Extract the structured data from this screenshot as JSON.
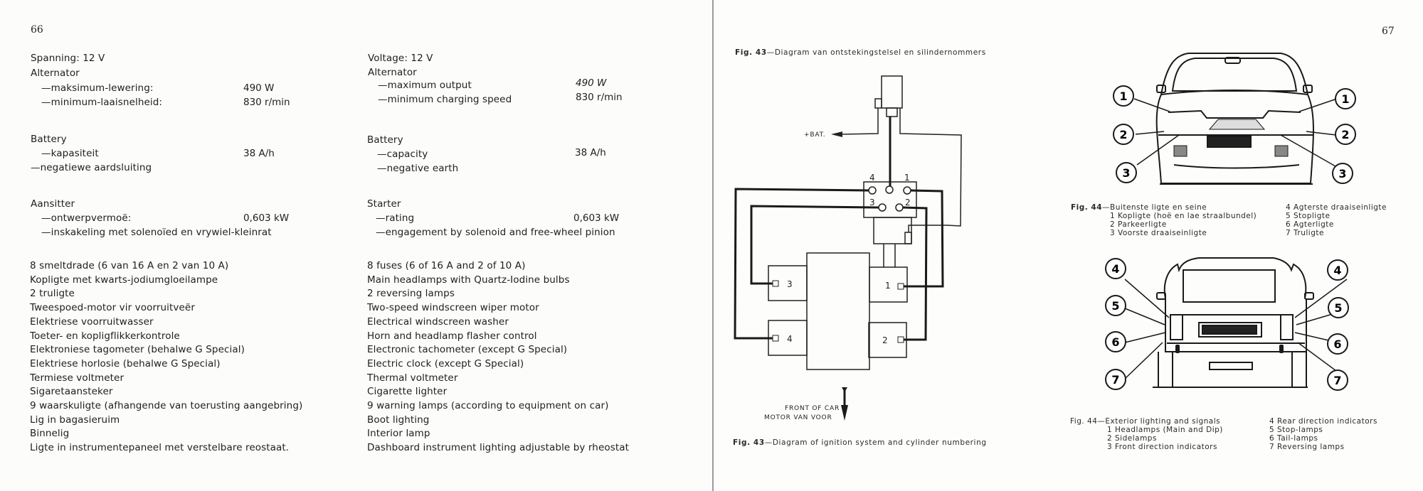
{
  "left_page": {
    "page_number": "66",
    "afrikaans": {
      "voltage": "Spanning: 12 V",
      "alternator_heading": "Alternator",
      "alt_max_label": "—maksimum-lewering:",
      "alt_max_value": "490 W",
      "alt_min_label": "—minimum-laaisnelheid:",
      "alt_min_value": "830 r/min",
      "battery_heading": "Battery",
      "bat_cap_label": "—kapasiteit",
      "bat_cap_value": "38 A/h",
      "bat_earth": "—negatiewe aardsluiting",
      "starter_heading": "Aansitter",
      "st_rating_label": "—ontwerpvermoë:",
      "st_rating_value": "0,603 kW",
      "st_engagement": "—inskakeling met solenoïed en vrywiel-kleinrat",
      "equipment": [
        "8 smeltdrade (6 van 16 A en 2 van 10 A)",
        "Kopligte met kwarts-jodiumgloeilampe",
        "2 truligte",
        "Tweespoed-motor vir voorruitveër",
        "Elektriese voorruitwasser",
        "Toeter- en kopligflikkerkontrole",
        "Elektroniese tagometer (behalwe G Special)",
        "Elektriese horlosie (behalwe G Special)",
        "Termiese voltmeter",
        "Sigaretaansteker",
        "9 waarskuligte (afhangende van toerusting aangebring)",
        "Lig in bagasieruim",
        "Binnelig",
        "Ligte in instrumentepaneel met verstelbare reostaat."
      ]
    },
    "english": {
      "voltage": "Voltage: 12 V",
      "alternator_heading": "Alternator",
      "alt_max_label": "—maximum output",
      "alt_max_value": "490 W",
      "alt_min_label": "—minimum charging speed",
      "alt_min_value": "830 r/min",
      "battery_heading": "Battery",
      "bat_cap_label": "—capacity",
      "bat_cap_value": "38 A/h",
      "bat_earth": "—negative earth",
      "starter_heading": "Starter",
      "st_rating_label": "—rating",
      "st_rating_value": "0,603 kW",
      "st_engagement": "—engagement by solenoid and free-wheel pinion",
      "equipment": [
        "8 fuses (6 of 16 A and 2 of 10 A)",
        "Main headlamps with Quartz-Iodine bulbs",
        "2 reversing lamps",
        "Two-speed windscreen wiper motor",
        "Electrical windscreen washer",
        "Horn and headlamp flasher control",
        "Electronic tachometer (except G Special)",
        "Electric clock (except G Special)",
        "Thermal voltmeter",
        "Cigarette lighter",
        "9 warning lamps (according to equipment on car)",
        "Boot lighting",
        "Interior lamp",
        "Dashboard instrument lighting adjustable by rheostat"
      ]
    }
  },
  "right_page": {
    "page_number": "67",
    "fig43": {
      "number": "Fig. 43",
      "caption_af": "—Diagram van ontstekingstelsel en silindernommers",
      "caption_en": "—Diagram of ignition system and cylinder numbering",
      "bat_label": "+BAT.",
      "front_en": "FRONT OF CAR",
      "front_af": "MOTOR VAN VOOR",
      "distributor_numbers": [
        "4",
        "1",
        "3",
        "2"
      ],
      "cylinder_numbers": [
        "3",
        "1",
        "4",
        "2"
      ]
    },
    "fig44_front": {
      "number": "Fig. 44",
      "title": "—Buitenste ligte en seine",
      "callouts": [
        "1",
        "2",
        "3"
      ],
      "legend_left": [
        "1 Kopligte (hoë en lae straalbundel)",
        "2 Parkeerligte",
        "3 Voorste draaiseinligte"
      ],
      "legend_right": [
        "4 Agterste draaiseinligte",
        "5 Stopligte",
        "6 Agterligte",
        "7 Truligte"
      ]
    },
    "fig44_rear": {
      "number": "Fig. 44",
      "title": "—Exterior lighting and signals",
      "callouts": [
        "4",
        "5",
        "6",
        "7"
      ],
      "legend_left": [
        "1 Headlamps (Main and Dip)",
        "2 Sidelamps",
        "3 Front direction indicators"
      ],
      "legend_right": [
        "4 Rear direction indicators",
        "5 Stop-lamps",
        "6 Tail-lamps",
        "7 Reversing lamps"
      ]
    }
  }
}
